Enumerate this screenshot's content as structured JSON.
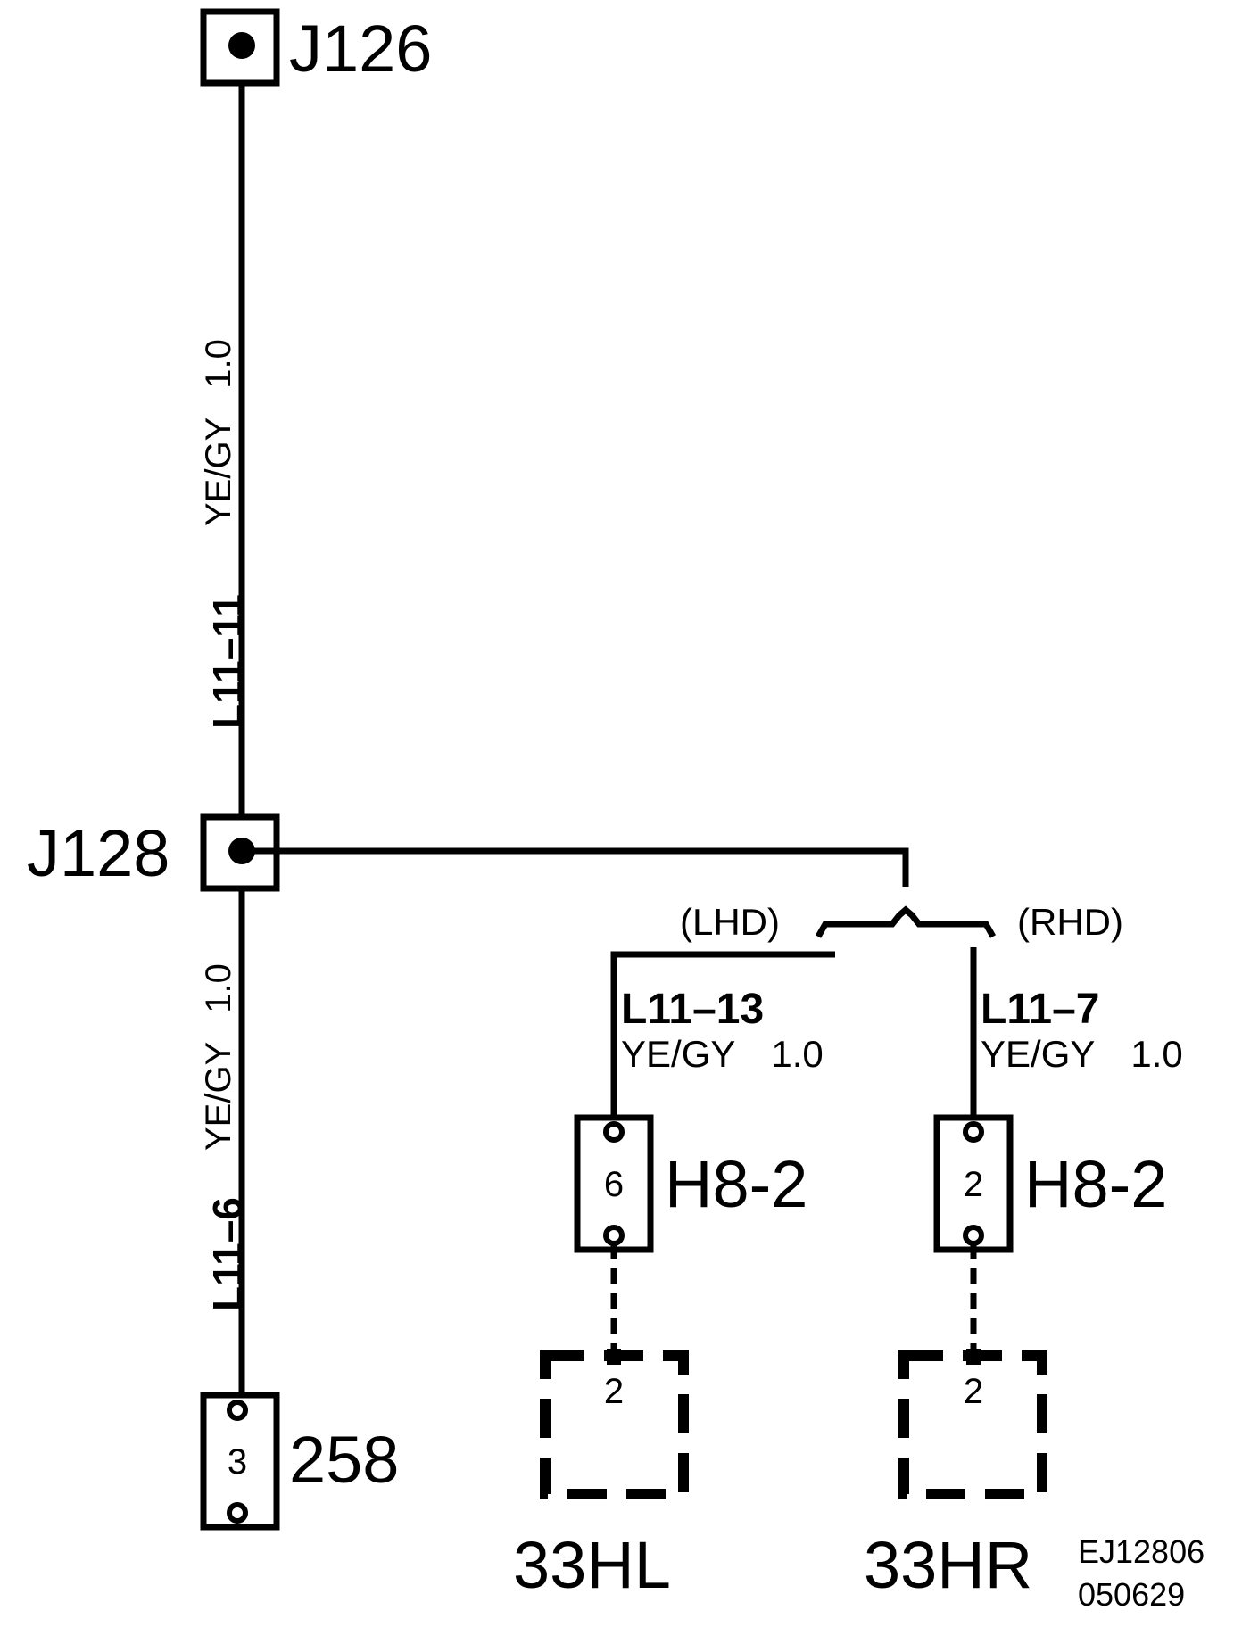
{
  "connectors": {
    "top_junction": "J126",
    "mid_junction": "J128",
    "bottom_connector": "258",
    "bottom_pin": "3",
    "left_h_connector": "H8-2",
    "left_h_pin": "6",
    "right_h_connector": "H8-2",
    "right_h_pin": "2",
    "left_component": "33HL",
    "left_component_pin": "2",
    "right_component": "33HR",
    "right_component_pin": "2"
  },
  "wires": {
    "upper": {
      "id": "L11–11",
      "color": "YE/GY",
      "size": "1.0"
    },
    "lower": {
      "id": "L11–6",
      "color": "YE/GY",
      "size": "1.0"
    },
    "lhd": {
      "id": "L11–13",
      "color": "YE/GY",
      "size": "1.0"
    },
    "rhd": {
      "id": "L11–7",
      "color": "YE/GY",
      "size": "1.0"
    }
  },
  "options": {
    "lhd": "(LHD)",
    "rhd": "(RHD)"
  },
  "footer": {
    "code": "EJ12806",
    "date": "050629"
  }
}
